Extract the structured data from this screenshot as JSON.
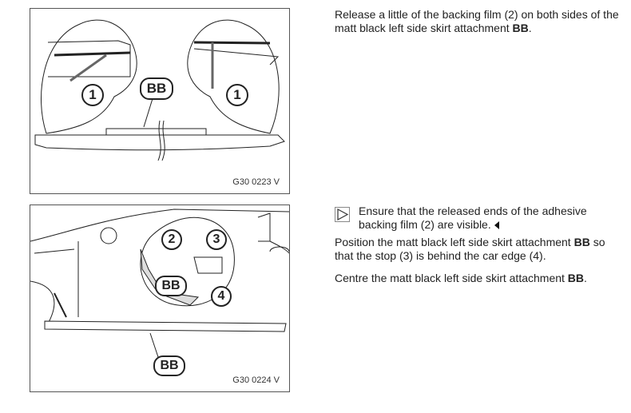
{
  "figure1": {
    "id": "G30 0223 V",
    "callouts": [
      "1",
      "BB",
      "1"
    ]
  },
  "figure2": {
    "id": "G30 0224 V",
    "callouts": [
      "2",
      "3",
      "BB",
      "4",
      "BB"
    ]
  },
  "step1": {
    "text": "Release a little of the backing film (2) on both sides of the matt black left side skirt attachment ",
    "bold": "BB",
    "end": "."
  },
  "note": {
    "icon": "play-triangle-icon",
    "text": "Ensure that the released ends of the adhesive backing film (2) are visible."
  },
  "step2": {
    "text": "Position the matt black left side skirt attachment ",
    "bold": "BB",
    "text2": " so that the stop (3) is behind the car edge (4)."
  },
  "step3": {
    "text": "Centre the matt black left side skirt attachment ",
    "bold": "BB",
    "end": "."
  }
}
